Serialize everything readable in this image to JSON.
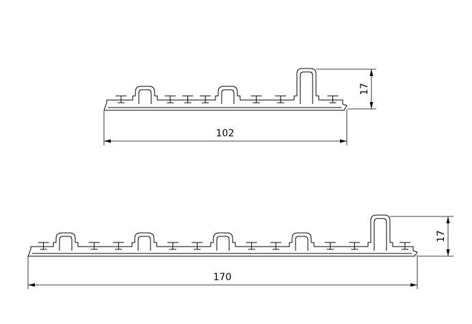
{
  "drawing": {
    "line_color": "#000000",
    "background_color": "#ffffff",
    "profiles": [
      {
        "width_label": "102",
        "height_label": "17",
        "small_loops": 2,
        "tall_loops": 1
      },
      {
        "width_label": "170",
        "height_label": "17",
        "small_loops": 4,
        "tall_loops": 1
      }
    ]
  }
}
